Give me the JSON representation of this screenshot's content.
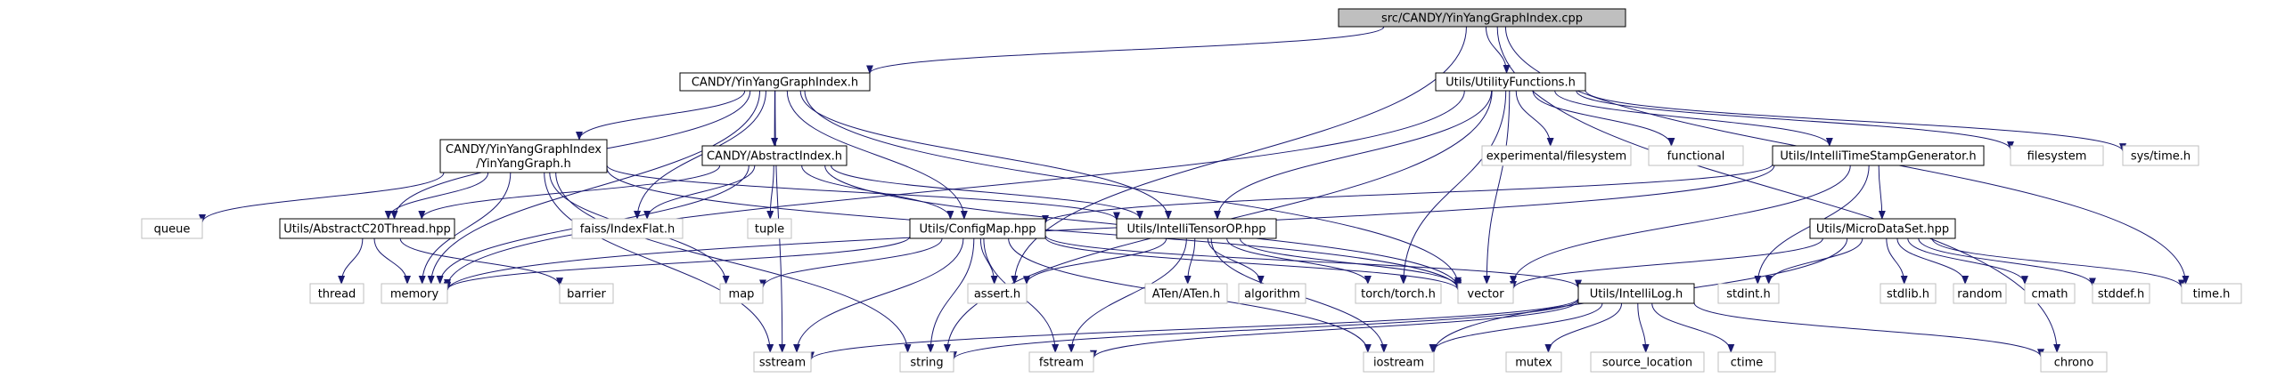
{
  "colors": {
    "root_fill": "#bfbfbf",
    "node_border": "#000000",
    "ext_border": "#bfbfbf",
    "edge": "#191970"
  },
  "nodes": {
    "root": {
      "lines": [
        "src/CANDY/YinYangGraphIndex.cpp"
      ],
      "kind": "root"
    },
    "yyg_index_h": {
      "lines": [
        "CANDY/YinYangGraphIndex.h"
      ],
      "kind": "internal"
    },
    "utility_functions": {
      "lines": [
        "Utils/UtilityFunctions.h"
      ],
      "kind": "internal"
    },
    "yyg_graph_h": {
      "lines": [
        "CANDY/YinYangGraphIndex",
        "/YinYangGraph.h"
      ],
      "kind": "internal"
    },
    "abstract_index": {
      "lines": [
        "CANDY/AbstractIndex.h"
      ],
      "kind": "internal"
    },
    "timestamp_gen": {
      "lines": [
        "Utils/IntelliTimeStampGenerator.h"
      ],
      "kind": "internal"
    },
    "abstract_c20_thread": {
      "lines": [
        "Utils/AbstractC20Thread.hpp"
      ],
      "kind": "internal"
    },
    "config_map": {
      "lines": [
        "Utils/ConfigMap.hpp"
      ],
      "kind": "internal"
    },
    "intelli_tensor_op": {
      "lines": [
        "Utils/IntelliTensorOP.hpp"
      ],
      "kind": "internal"
    },
    "micro_dataset": {
      "lines": [
        "Utils/MicroDataSet.hpp"
      ],
      "kind": "internal"
    },
    "intelli_log": {
      "lines": [
        "Utils/IntelliLog.h"
      ],
      "kind": "internal"
    },
    "experimental_fs": {
      "lines": [
        "experimental/filesystem"
      ],
      "kind": "external"
    },
    "functional": {
      "lines": [
        "functional"
      ],
      "kind": "external"
    },
    "filesystem": {
      "lines": [
        "filesystem"
      ],
      "kind": "external"
    },
    "sys_time": {
      "lines": [
        "sys/time.h"
      ],
      "kind": "external"
    },
    "queue": {
      "lines": [
        "queue"
      ],
      "kind": "external"
    },
    "faiss_indexflat": {
      "lines": [
        "faiss/IndexFlat.h"
      ],
      "kind": "external"
    },
    "tuple": {
      "lines": [
        "tuple"
      ],
      "kind": "external"
    },
    "thread": {
      "lines": [
        "thread"
      ],
      "kind": "external"
    },
    "memory": {
      "lines": [
        "memory"
      ],
      "kind": "external"
    },
    "barrier": {
      "lines": [
        "barrier"
      ],
      "kind": "external"
    },
    "map": {
      "lines": [
        "map"
      ],
      "kind": "external"
    },
    "assert": {
      "lines": [
        "assert.h"
      ],
      "kind": "external"
    },
    "aten": {
      "lines": [
        "ATen/ATen.h"
      ],
      "kind": "external"
    },
    "algorithm": {
      "lines": [
        "algorithm"
      ],
      "kind": "external"
    },
    "torch": {
      "lines": [
        "torch/torch.h"
      ],
      "kind": "external"
    },
    "vector": {
      "lines": [
        "vector"
      ],
      "kind": "external"
    },
    "stdint": {
      "lines": [
        "stdint.h"
      ],
      "kind": "external"
    },
    "stdlib": {
      "lines": [
        "stdlib.h"
      ],
      "kind": "external"
    },
    "random": {
      "lines": [
        "random"
      ],
      "kind": "external"
    },
    "cmath": {
      "lines": [
        "cmath"
      ],
      "kind": "external"
    },
    "stddef": {
      "lines": [
        "stddef.h"
      ],
      "kind": "external"
    },
    "time_h": {
      "lines": [
        "time.h"
      ],
      "kind": "external"
    },
    "sstream": {
      "lines": [
        "sstream"
      ],
      "kind": "external"
    },
    "string": {
      "lines": [
        "string"
      ],
      "kind": "external"
    },
    "fstream": {
      "lines": [
        "fstream"
      ],
      "kind": "external"
    },
    "iostream": {
      "lines": [
        "iostream"
      ],
      "kind": "external"
    },
    "mutex": {
      "lines": [
        "mutex"
      ],
      "kind": "external"
    },
    "source_location": {
      "lines": [
        "source_location"
      ],
      "kind": "external"
    },
    "ctime": {
      "lines": [
        "ctime"
      ],
      "kind": "external"
    },
    "chrono": {
      "lines": [
        "chrono"
      ],
      "kind": "external"
    }
  },
  "edges": [
    [
      "root",
      "yyg_index_h"
    ],
    [
      "root",
      "utility_functions"
    ],
    [
      "root",
      "assert"
    ],
    [
      "root",
      "time_h"
    ],
    [
      "root",
      "chrono"
    ],
    [
      "yyg_index_h",
      "yyg_graph_h"
    ],
    [
      "yyg_index_h",
      "abstract_index"
    ],
    [
      "yyg_index_h",
      "abstract_c20_thread"
    ],
    [
      "yyg_index_h",
      "config_map"
    ],
    [
      "yyg_index_h",
      "intelli_tensor_op"
    ],
    [
      "yyg_index_h",
      "faiss_indexflat"
    ],
    [
      "yyg_index_h",
      "vector"
    ],
    [
      "yyg_index_h",
      "memory"
    ],
    [
      "yyg_index_h",
      "sstream"
    ],
    [
      "utility_functions",
      "timestamp_gen"
    ],
    [
      "utility_functions",
      "experimental_fs"
    ],
    [
      "utility_functions",
      "functional"
    ],
    [
      "utility_functions",
      "filesystem"
    ],
    [
      "utility_functions",
      "sys_time"
    ],
    [
      "utility_functions",
      "intelli_tensor_op"
    ],
    [
      "utility_functions",
      "torch"
    ],
    [
      "utility_functions",
      "vector"
    ],
    [
      "utility_functions",
      "memory"
    ],
    [
      "utility_functions",
      "string"
    ],
    [
      "yyg_graph_h",
      "queue"
    ],
    [
      "yyg_graph_h",
      "abstract_c20_thread"
    ],
    [
      "yyg_graph_h",
      "memory"
    ],
    [
      "yyg_graph_h",
      "map"
    ],
    [
      "yyg_graph_h",
      "string"
    ],
    [
      "yyg_graph_h",
      "intelli_tensor_op"
    ],
    [
      "yyg_graph_h",
      "vector"
    ],
    [
      "yyg_graph_h",
      "sstream"
    ],
    [
      "abstract_index",
      "faiss_indexflat"
    ],
    [
      "abstract_index",
      "tuple"
    ],
    [
      "abstract_index",
      "config_map"
    ],
    [
      "abstract_index",
      "intelli_tensor_op"
    ],
    [
      "abstract_index",
      "memory"
    ],
    [
      "abstract_index",
      "vector"
    ],
    [
      "abstract_index",
      "abstract_c20_thread"
    ],
    [
      "timestamp_gen",
      "micro_dataset"
    ],
    [
      "timestamp_gen",
      "stdint"
    ],
    [
      "timestamp_gen",
      "vector"
    ],
    [
      "timestamp_gen",
      "config_map"
    ],
    [
      "timestamp_gen",
      "memory"
    ],
    [
      "abstract_c20_thread",
      "thread"
    ],
    [
      "abstract_c20_thread",
      "memory"
    ],
    [
      "abstract_c20_thread",
      "barrier"
    ],
    [
      "config_map",
      "memory"
    ],
    [
      "config_map",
      "map"
    ],
    [
      "config_map",
      "assert"
    ],
    [
      "config_map",
      "sstream"
    ],
    [
      "config_map",
      "string"
    ],
    [
      "config_map",
      "fstream"
    ],
    [
      "config_map",
      "iostream"
    ],
    [
      "config_map",
      "vector"
    ],
    [
      "config_map",
      "intelli_log"
    ],
    [
      "intelli_tensor_op",
      "assert"
    ],
    [
      "intelli_tensor_op",
      "aten"
    ],
    [
      "intelli_tensor_op",
      "algorithm"
    ],
    [
      "intelli_tensor_op",
      "torch"
    ],
    [
      "intelli_tensor_op",
      "vector"
    ],
    [
      "intelli_tensor_op",
      "fstream"
    ],
    [
      "intelli_tensor_op",
      "iostream"
    ],
    [
      "micro_dataset",
      "vector"
    ],
    [
      "micro_dataset",
      "stdint"
    ],
    [
      "micro_dataset",
      "stdlib"
    ],
    [
      "micro_dataset",
      "random"
    ],
    [
      "micro_dataset",
      "cmath"
    ],
    [
      "micro_dataset",
      "stddef"
    ],
    [
      "micro_dataset",
      "time_h"
    ],
    [
      "micro_dataset",
      "iostream"
    ],
    [
      "intelli_log",
      "sstream"
    ],
    [
      "intelli_log",
      "string"
    ],
    [
      "intelli_log",
      "fstream"
    ],
    [
      "intelli_log",
      "iostream"
    ],
    [
      "intelli_log",
      "mutex"
    ],
    [
      "intelli_log",
      "source_location"
    ],
    [
      "intelli_log",
      "ctime"
    ],
    [
      "intelli_log",
      "chrono"
    ]
  ]
}
